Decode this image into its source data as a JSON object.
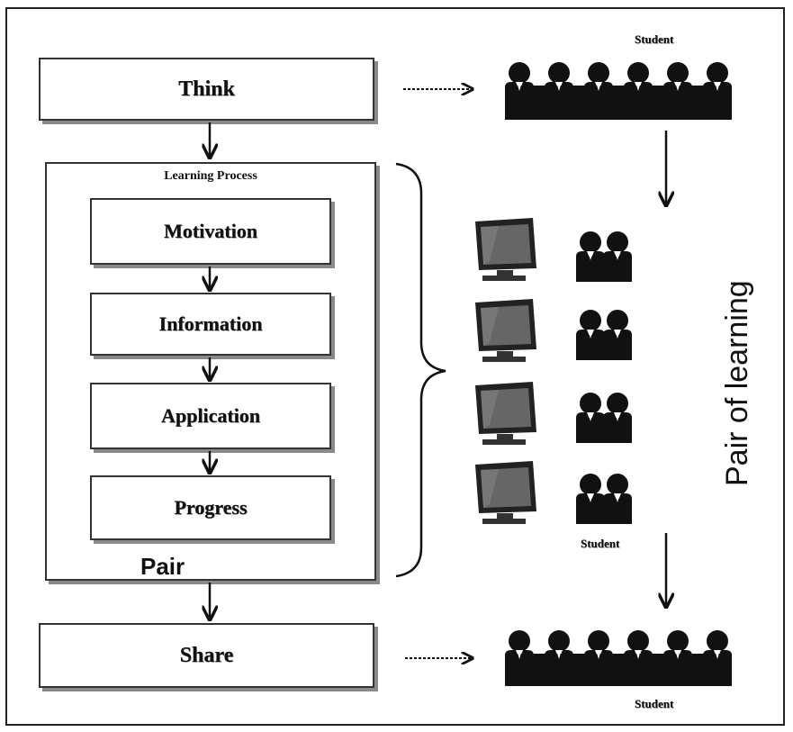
{
  "steps": {
    "think": "Think",
    "share": "Share"
  },
  "learning_process": {
    "title": "Learning Process",
    "stages": [
      "Motivation",
      "Information",
      "Application",
      "Progress"
    ],
    "footer": "Pair"
  },
  "labels": {
    "student_top": "Student",
    "student_middle": "Student",
    "student_bottom": "Student",
    "pair_of_learning": "Pair of learning"
  },
  "groups": {
    "top_row_count": 6,
    "pair_rows": 4,
    "bottom_row_count": 6
  }
}
